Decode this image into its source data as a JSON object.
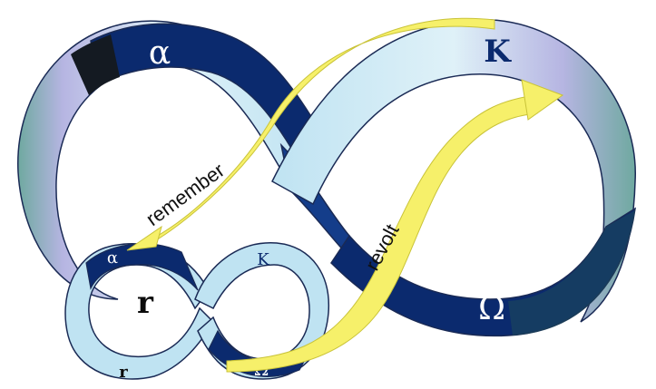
{
  "colors": {
    "dark_navy": "#0b2a6e",
    "mid_navy": "#143d8a",
    "black_band": "#141a22",
    "light_blue": "#bfe3f2",
    "pale_blue": "#dff1f8",
    "lavender": "#b6b5e2",
    "teal": "#6fa9a0",
    "yellow": "#f6f06a",
    "yellow_edge": "#c9c338",
    "outline": "#1a2a55"
  },
  "large_loop": {
    "alpha": "α",
    "kappa": "K",
    "omega": "Ω"
  },
  "small_loop": {
    "alpha": "α",
    "kappa": "K",
    "omega": "Ω",
    "r_large": "r",
    "r_small": "r"
  },
  "arrows": {
    "remember": "remember",
    "revolt": "revolt"
  }
}
